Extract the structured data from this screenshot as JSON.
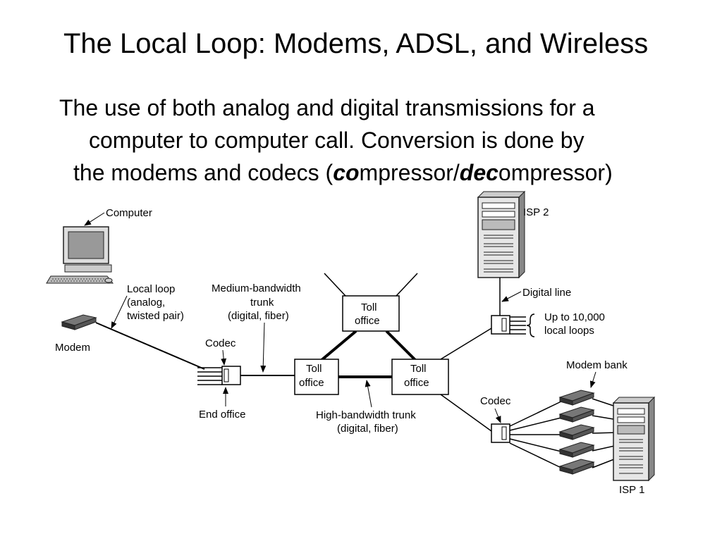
{
  "title": "The Local Loop: Modems, ADSL, and Wireless",
  "body": {
    "line1": "The use of both analog and digital transmissions for a",
    "line2": "computer to computer call.  Conversion is done by",
    "line3_prefix": "the modems and codecs (",
    "co": "co",
    "mid1": "mpressor/",
    "dec": "dec",
    "mid2": "ompressor)"
  },
  "diagram": {
    "computer": "Computer",
    "modem": "Modem",
    "local_loop": [
      "Local loop",
      "(analog,",
      "twisted pair)"
    ],
    "medium_trunk": [
      "Medium-bandwidth",
      "trunk",
      "(digital, fiber)"
    ],
    "codec_left": "Codec",
    "end_office": "End office",
    "toll_office": [
      "Toll",
      "office"
    ],
    "high_trunk": [
      "High-bandwidth trunk",
      "(digital, fiber)"
    ],
    "isp2": "ISP 2",
    "digital_line": "Digital line",
    "local_loops": [
      "Up to 10,000",
      "local loops"
    ],
    "modem_bank": "Modem bank",
    "codec_right": "Codec",
    "isp1": "ISP 1"
  }
}
